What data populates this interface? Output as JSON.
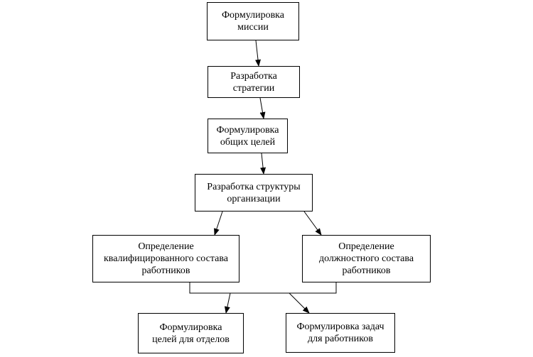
{
  "nodes": {
    "mission": {
      "label": "Формулировка\nмиссии"
    },
    "strategy": {
      "label": "Разработка\nстратегии"
    },
    "goals": {
      "label": "Формулировка\nобщих целей"
    },
    "structure": {
      "label": "Разработка структуры\nорганизации"
    },
    "qualified": {
      "label": "Определение\nквалифицированного состава\nработников"
    },
    "positions": {
      "label": "Определение\nдолжностного состава\nработников"
    },
    "dept_goals": {
      "label": "Формулировка\nцелей для отделов"
    },
    "worker_tasks": {
      "label": "Формулировка задач\nдля работников"
    }
  }
}
